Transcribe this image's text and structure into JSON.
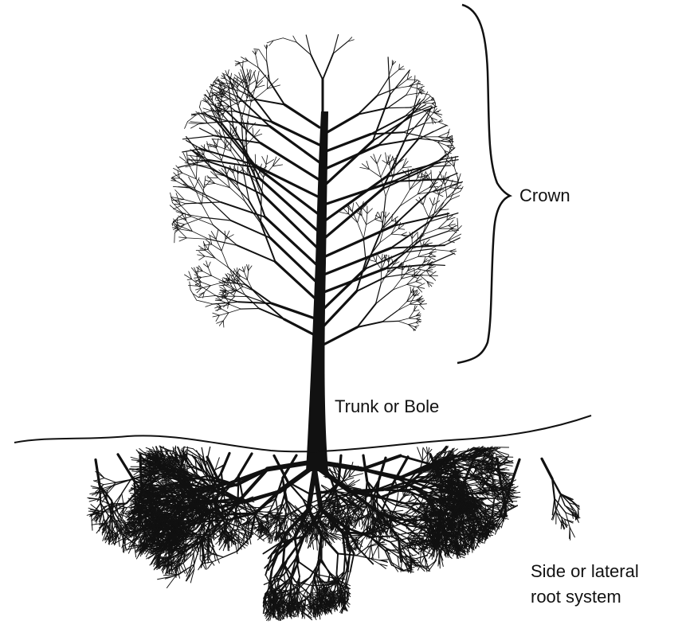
{
  "labels": {
    "crown": "Crown",
    "trunk": "Trunk or Bole",
    "roots_line1": "Side or lateral",
    "roots_line2": "root system"
  },
  "colors": {
    "ink": "#111111",
    "background": "#ffffff"
  }
}
